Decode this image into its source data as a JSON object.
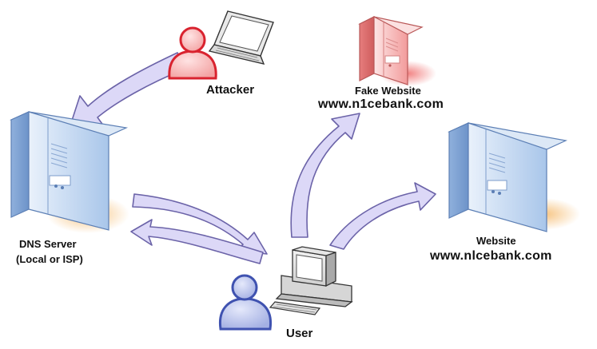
{
  "labels": {
    "attacker": "Attacker",
    "fake_website_title": "Fake Website",
    "fake_website_url": "www.n1cebank.com",
    "dns_server_title": "DNS Server",
    "dns_server_sub": "(Local or ISP)",
    "website_title": "Website",
    "website_url": "www.nlcebank.com",
    "user": "User"
  },
  "colors": {
    "arrow_fill": "#dcd8f7",
    "arrow_stroke": "#6b63a8",
    "attacker_red": "#e0303a",
    "user_blue": "#4f62b8",
    "server_blue": "#bcd4ee",
    "server_red": "#f0a0a0",
    "server_glow_orange": "#f6c079",
    "server_glow_red": "#f17b7b"
  }
}
